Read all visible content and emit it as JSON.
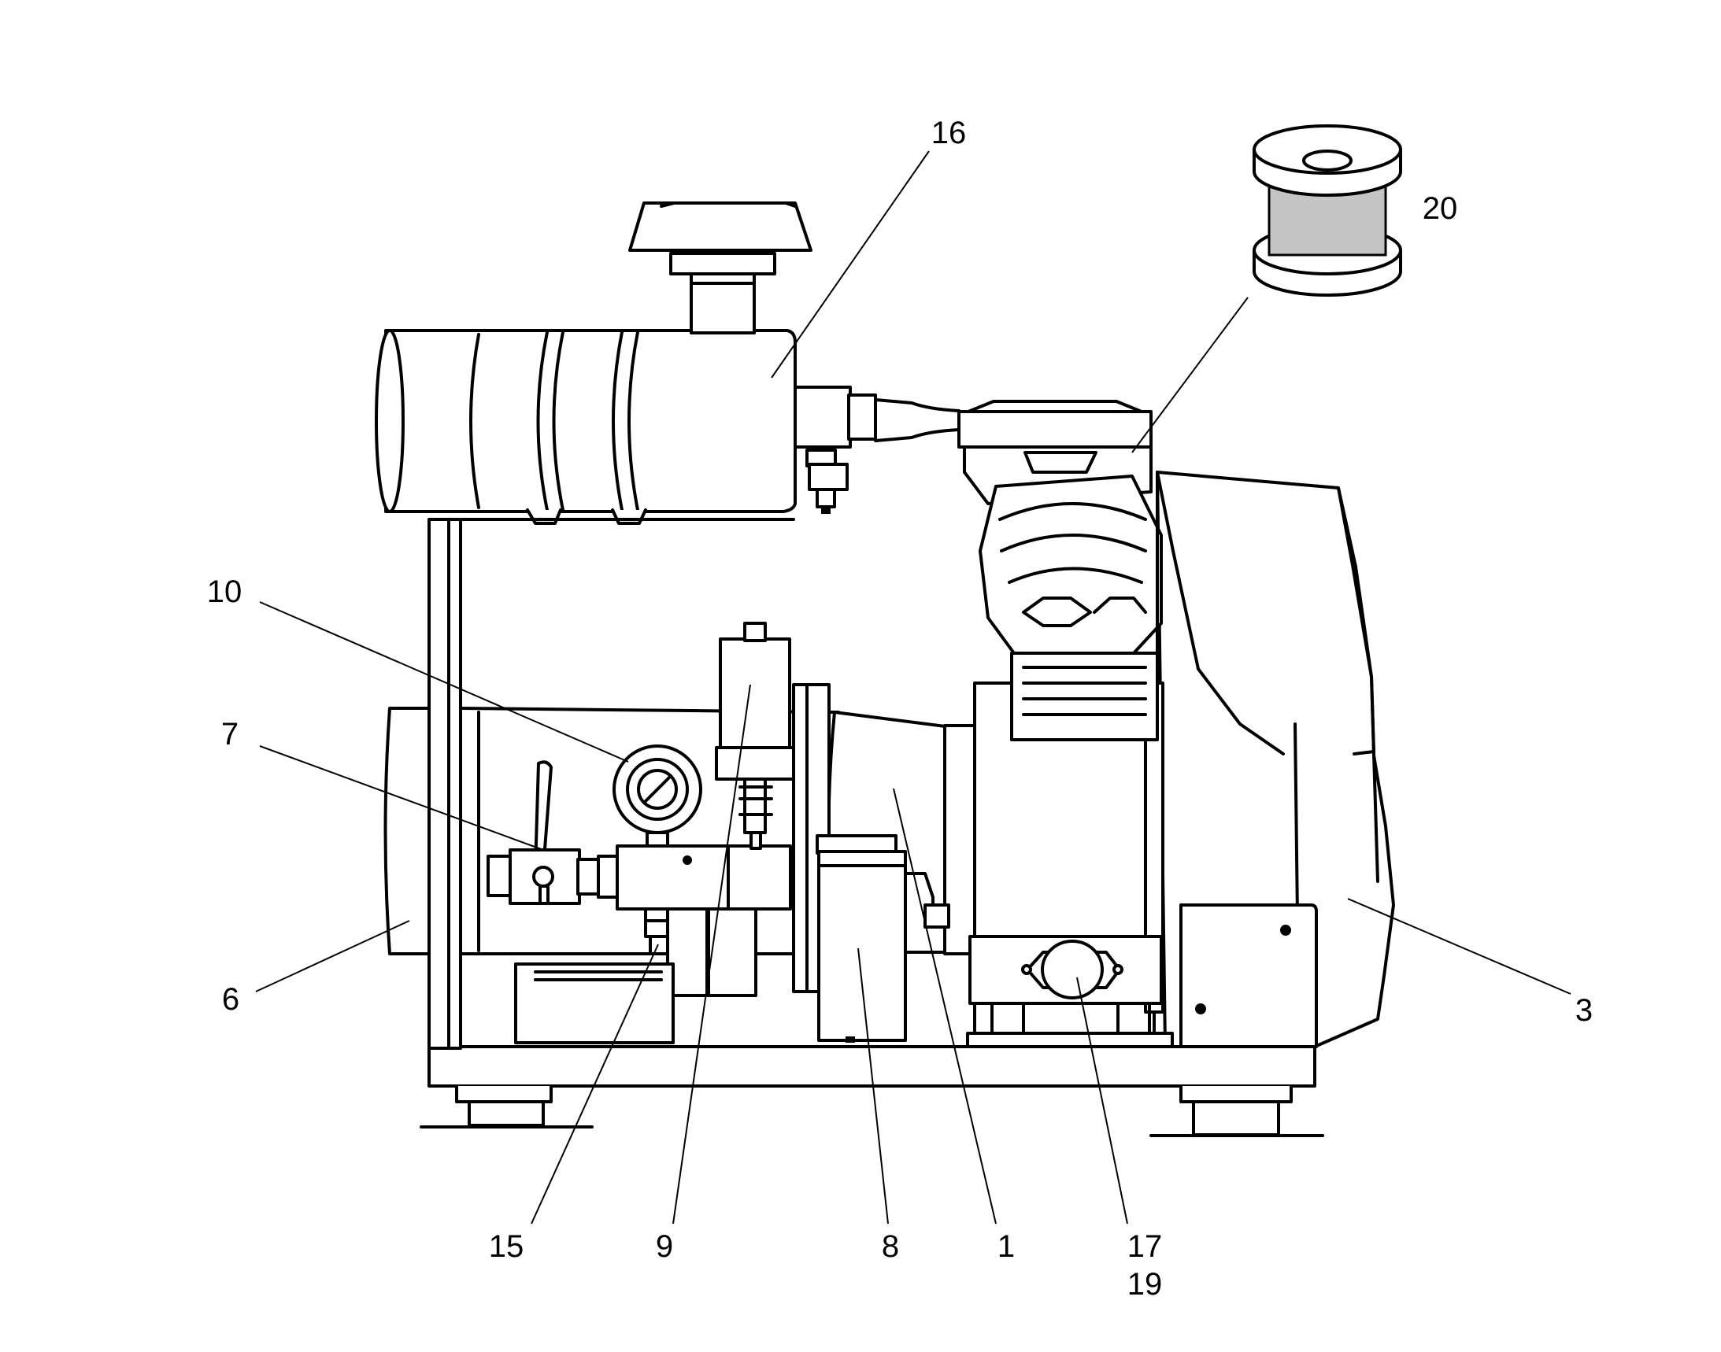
{
  "figure": {
    "callouts": [
      {
        "id": "c16",
        "text": "16"
      },
      {
        "id": "c20",
        "text": "20"
      },
      {
        "id": "c10",
        "text": "10"
      },
      {
        "id": "c7",
        "text": "7"
      },
      {
        "id": "c6",
        "text": "6"
      },
      {
        "id": "c3",
        "text": "3"
      },
      {
        "id": "c15",
        "text": "15"
      },
      {
        "id": "c9",
        "text": "9"
      },
      {
        "id": "c8",
        "text": "8"
      },
      {
        "id": "c1",
        "text": "1"
      },
      {
        "id": "c17",
        "text": "17"
      },
      {
        "id": "c19",
        "text": "19"
      }
    ],
    "colors": {
      "line": "#000000",
      "background": "#ffffff",
      "spool_core": "#c4c4c4"
    }
  }
}
